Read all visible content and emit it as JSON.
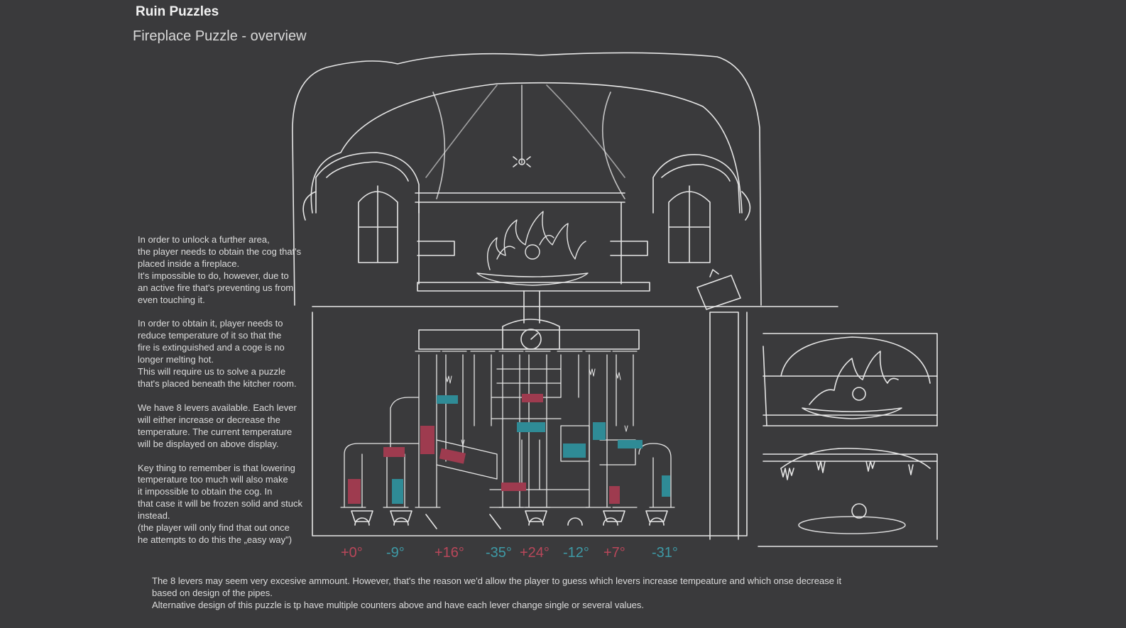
{
  "header": {
    "title": "Ruin Puzzles",
    "subtitle": "Fireplace Puzzle - overview"
  },
  "description": {
    "paragraphs": [
      "In order to unlock a further area,\nthe player needs to obtain the cog that's\nplaced inside a fireplace.\nIt's impossible to do, however, due to\nan active fire that's preventing us from\neven touching it.",
      "In order to obtain it, player needs to\nreduce temperature of it so that the\nfire is extinguished and a coge is no\nlonger melting hot.\nThis will require us to solve a puzzle\nthat's placed beneath the kitcher room.",
      "We have 8 levers available. Each lever\nwill either increase or decrease the\ntemperature. The current temperature\nwill be displayed on above display.",
      "Key thing to remember is that lowering\ntemperature too much will also make\nit impossible to obtain the cog. In\nthat case it will be frozen solid and stuck\ninstead.\n(the player will only find that out once\nhe attempts to do this the „easy way\")"
    ]
  },
  "levers": {
    "values": [
      {
        "label": "+0°",
        "color": "#b9475a"
      },
      {
        "label": "-9°",
        "color": "#3e9aa6"
      },
      {
        "label": "+16°",
        "color": "#b9475a"
      },
      {
        "label": "-35°",
        "color": "#3e9aa6"
      },
      {
        "label": "+24°",
        "color": "#b9475a"
      },
      {
        "label": "-12°",
        "color": "#3e9aa6"
      },
      {
        "label": "+7°",
        "color": "#b9475a"
      },
      {
        "label": "-31°",
        "color": "#3e9aa6"
      }
    ]
  },
  "notes": {
    "line1": "The 8 levers may seem very excesive ammount. However, that's the reason we'd allow the player to guess which levers increase tempeature and which onse decrease it",
    "line2": "based on design of the pipes.",
    "line3": "Alternative design of this puzzle is tp have multiple counters above and have each lever change single or several values."
  },
  "colors": {
    "background": "#3a3a3c",
    "hot": "#b9475a",
    "cold": "#3e9aa6",
    "line": "#e6e6e6"
  }
}
